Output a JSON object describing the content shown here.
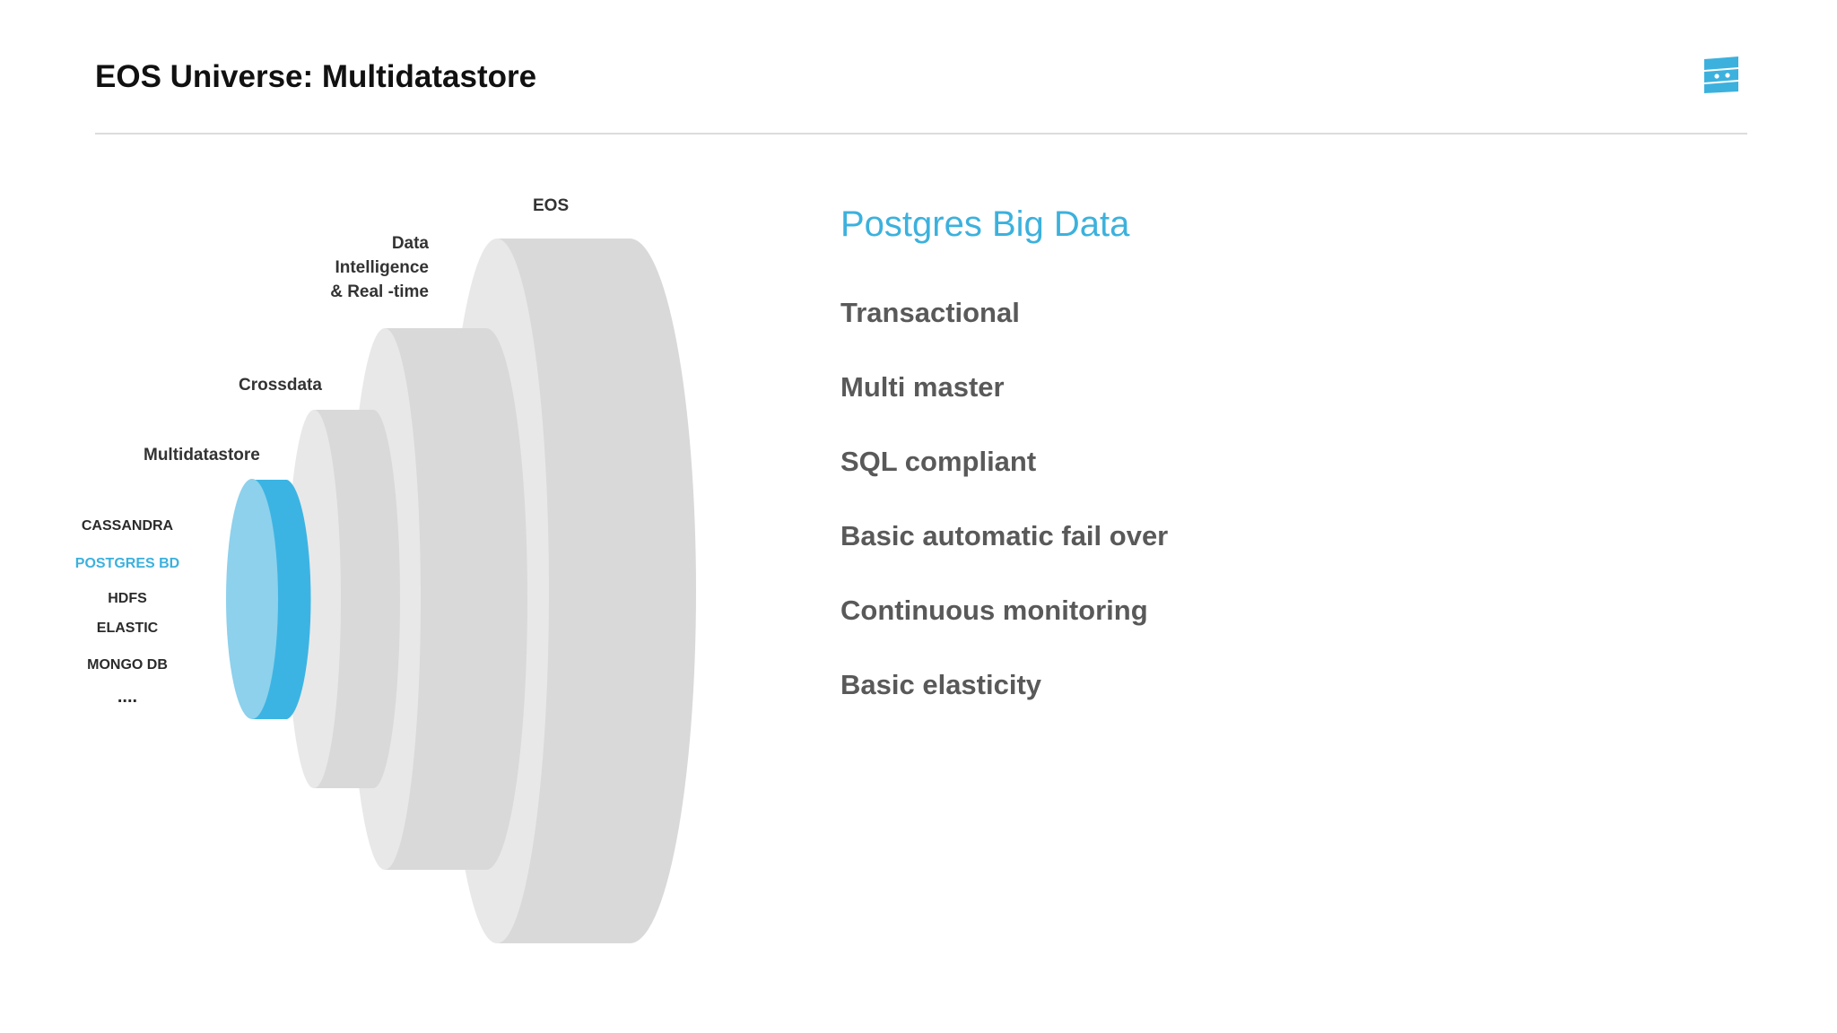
{
  "slide": {
    "title": "EOS Universe: Multidatastore"
  },
  "logo": {
    "icon": "stratio-logo-icon",
    "color": "#3cb1dd"
  },
  "diagram": {
    "layers": [
      {
        "label": "EOS"
      },
      {
        "label_lines": [
          "Data",
          "Intelligence",
          "& Real -time"
        ]
      },
      {
        "label": "Crossdata"
      },
      {
        "label": "Multidatastore"
      }
    ],
    "datastores": [
      "CASSANDRA",
      "POSTGRES BD",
      "HDFS",
      "ELASTIC",
      "MONGO DB",
      "...."
    ],
    "highlighted_datastore": "POSTGRES BD",
    "colors": {
      "layer_face": "#e8e8e9",
      "layer_side": "#d9d9da",
      "core_face": "#8dd1ec",
      "core_side": "#3cb4e3",
      "accent": "#3cb1dd"
    }
  },
  "panel": {
    "heading": "Postgres Big Data",
    "features": [
      "Transactional",
      "Multi master",
      "SQL compliant",
      "Basic automatic fail over",
      "Continuous monitoring",
      "Basic elasticity"
    ]
  }
}
